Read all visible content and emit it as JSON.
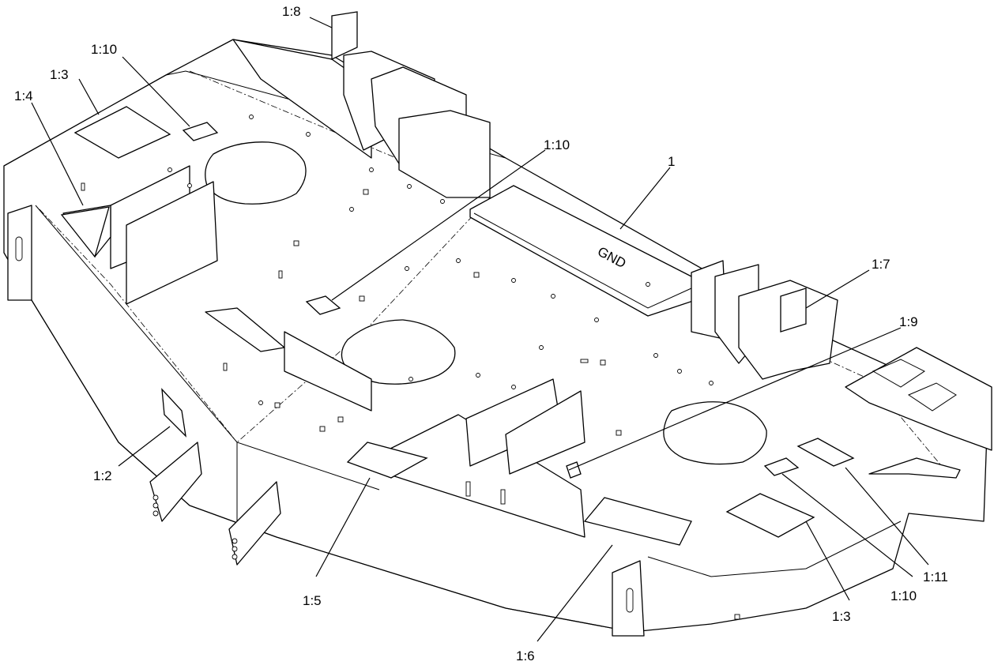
{
  "callouts": {
    "c_1_8": "1:8",
    "c_1_10_top": "1:10",
    "c_1_3_top": "1:3",
    "c_1_4": "1:4",
    "c_1_10_mid": "1:10",
    "c_1": "1",
    "c_1_7": "1:7",
    "c_1_9": "1:9",
    "c_1_2": "1:2",
    "c_1_5": "1:5",
    "c_1_6": "1:6",
    "c_1_3_bottom": "1:3",
    "c_1_10_bottom": "1:10",
    "c_1_11": "1:11"
  },
  "embossed_text": {
    "deck_mark": "GND"
  }
}
